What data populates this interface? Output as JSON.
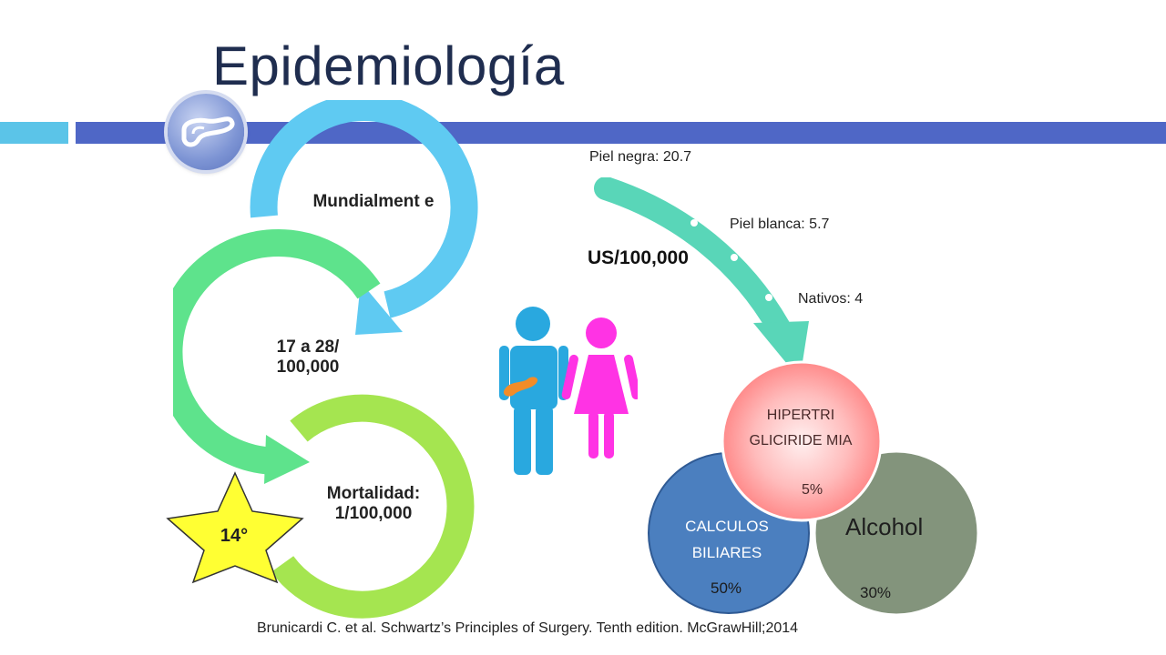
{
  "title": "Epidemiología",
  "colors": {
    "accent_dark": "#4f67c6",
    "accent_light": "#5bc4e8",
    "arrow_blue": "#5fcaf2",
    "arrow_green": "#5ee38c",
    "arrow_lime": "#a5e550",
    "curve_teal": "#59d6b8",
    "star": "#ffff33",
    "male_icon": "#29a8df",
    "female_icon": "#ff33e4",
    "venn_blue": "#4b7fbf",
    "venn_olive": "#83947c",
    "venn_pink": "#ff9e9e"
  },
  "icons": [
    "pancreas-icon",
    "male-person-icon",
    "female-person-icon",
    "star-icon"
  ],
  "cycle": {
    "mundial": "Mundialment e",
    "incidencia": "17 a 28/ 100,000",
    "mortalidad": "Mortalidad: 1/100,000"
  },
  "star_label": "14°",
  "race_rates": {
    "negra": "Piel negra: 20.7",
    "blanca": "Piel blanca: 5.7",
    "nativos": "Nativos: 4",
    "rate_label": "US/100,000"
  },
  "causes": {
    "hiper_label": "HIPERTRI GLICIRIDE MIA",
    "hiper_pct": "5%",
    "calculos_label": "CALCULOS BILIARES",
    "calculos_pct": "50%",
    "alcohol_label": "Alcohol",
    "alcohol_pct": "30%"
  },
  "citation": "Brunicardi C. et al. Schwartz’s Principles of Surgery. Tenth edition. McGrawHill;2014"
}
